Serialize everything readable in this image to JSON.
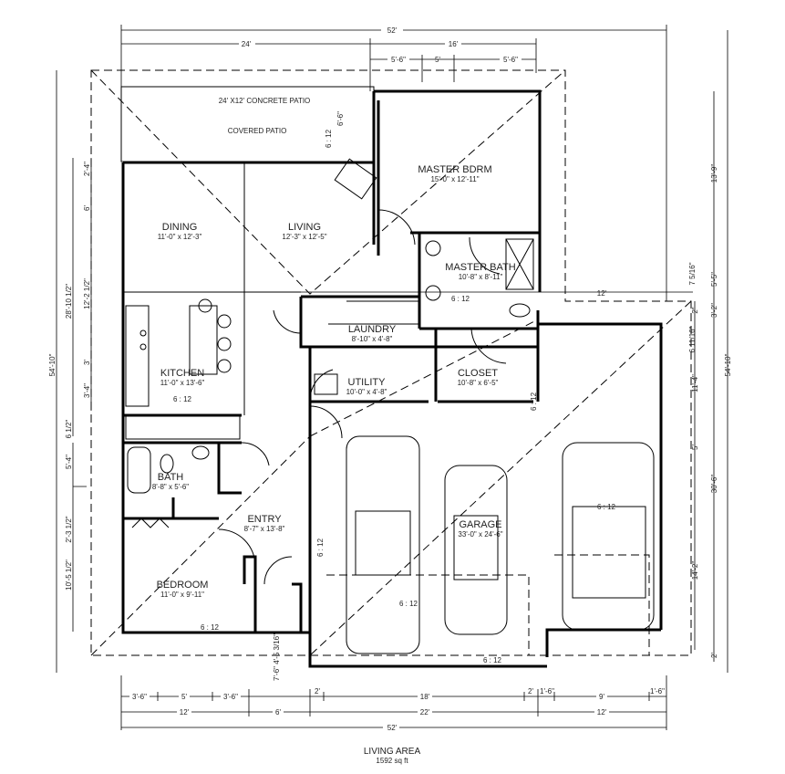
{
  "rooms": {
    "patio_title": "24' X12' CONCRETE PATIO",
    "covered_patio": "COVERED PATIO",
    "master_bdrm": {
      "name": "MASTER BDRM",
      "size": "15'-0\" x 12'-11\""
    },
    "dining": {
      "name": "DINING",
      "size": "11'-0\" x 12'-3\""
    },
    "living": {
      "name": "LIVING",
      "size": "12'-3\" x 12'-5\""
    },
    "master_bath": {
      "name": "MASTER BATH",
      "size": "10'-8\" x 8'-11\""
    },
    "laundry": {
      "name": "LAUNDRY",
      "size": "8'-10\" x 4'-8\""
    },
    "kitchen": {
      "name": "KITCHEN",
      "size": "11'-0\" x 13'-6\""
    },
    "utility": {
      "name": "UTILITY",
      "size": "10'-0\" x 4'-8\""
    },
    "closet": {
      "name": "CLOSET",
      "size": "10'-8\" x 6'-5\""
    },
    "bath": {
      "name": "BATH",
      "size": "8'-8\" x 5'-6\""
    },
    "entry": {
      "name": "ENTRY",
      "size": "8'-7\" x 13'-8\""
    },
    "garage": {
      "name": "GARAGE",
      "size": "33'-0\" x 24'-6\""
    },
    "bedroom": {
      "name": "BEDROOM",
      "size": "11'-0\" x 9'-11\""
    }
  },
  "roof_pitch": "6 : 12",
  "dimensions": {
    "top": {
      "overall": "52'",
      "left": "24'",
      "right": "16'",
      "sub": [
        "5'-6\"",
        "5'",
        "5'-6\""
      ],
      "patio_depth": "6'-6\""
    },
    "left": {
      "overall": "54'-10\"",
      "upper": "28'-10 1/2\"",
      "lower": "10'-5 1/2\"",
      "gap": "6 1/2\"",
      "segments_upper": [
        "2'-4\"",
        "6'",
        "12'-2 1/2\"",
        "3'",
        "3'-4\""
      ],
      "segments_lower": [
        "5'-4\"",
        "2'-3 1/2\""
      ]
    },
    "right": {
      "overall": "54'-10\"",
      "outer": [
        "13'-9\"",
        "5'-5\"",
        "3'-2\"",
        "30'-6\"",
        "2'"
      ],
      "inner": [
        "7 5/16\"",
        "2\"",
        "6 11/16\"",
        "11'-4\"",
        "5'",
        "14'-2\""
      ],
      "patio_12": "12'"
    },
    "bottom": {
      "row1": [
        "3'-6\"",
        "5'",
        "3'-6\"",
        "2'",
        "18'",
        "2'",
        "1'-6\"",
        "9'",
        "1'-6\""
      ],
      "row2": [
        "12'",
        "6'",
        "22'",
        "12'"
      ],
      "overall": "52'"
    },
    "entry_step": "7'-6\" 4'-5 3/16\""
  },
  "footer": {
    "title": "LIVING AREA",
    "area": "1592 sq ft"
  }
}
